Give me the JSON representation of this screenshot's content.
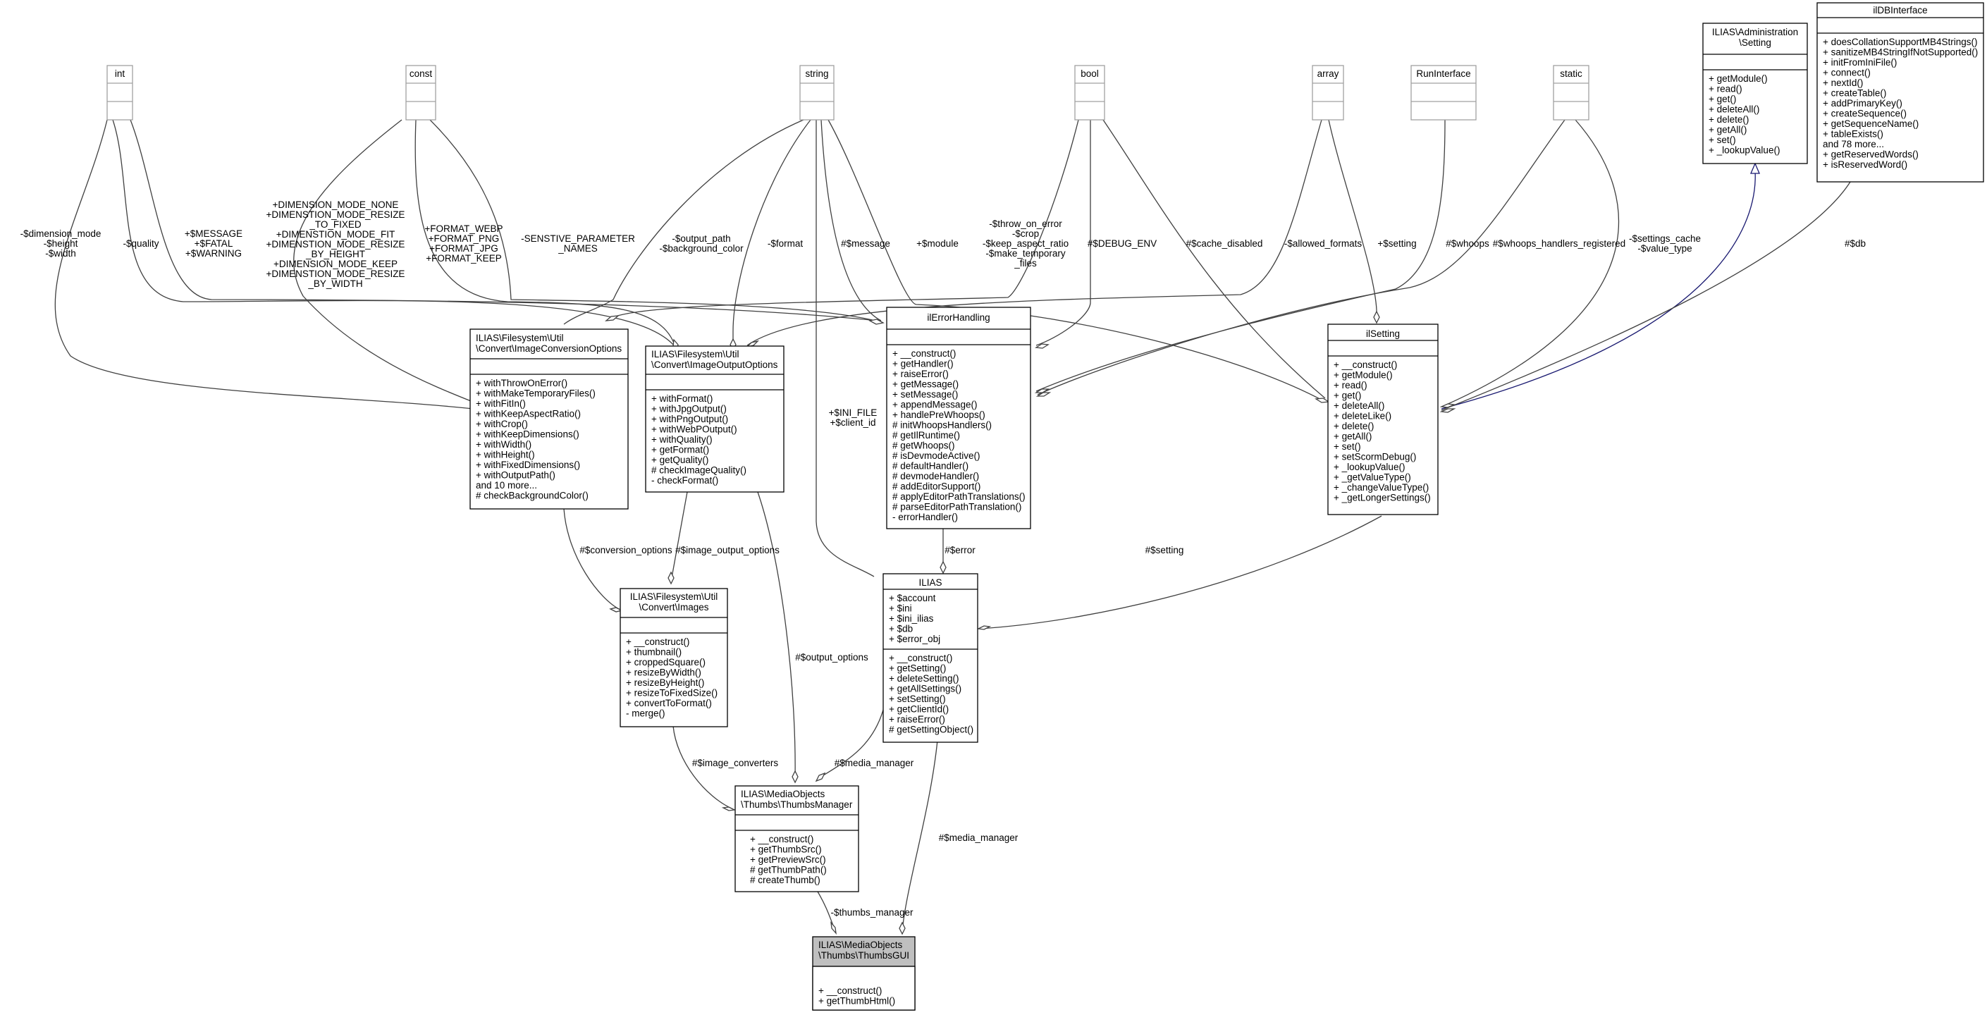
{
  "primitives": {
    "int": "int",
    "const": "const",
    "string": "string",
    "bool": "bool",
    "array": "array",
    "runinterface": "RunInterface",
    "static": "static"
  },
  "classes": {
    "setting_iface": {
      "title": [
        "ILIAS\\Administration",
        "\\Setting"
      ],
      "members": [
        "+ getModule()",
        "+ read()",
        "+ get()",
        "+ deleteAll()",
        "+ delete()",
        "+ getAll()",
        "+ set()",
        "+ _lookupValue()"
      ]
    },
    "ildbinterface": {
      "title": [
        "ilDBInterface"
      ],
      "members": [
        "+ doesCollationSupportMB4Strings()",
        "+ sanitizeMB4StringIfNotSupported()",
        "+ initFromIniFile()",
        "+ connect()",
        "+ nextId()",
        "+ createTable()",
        "+ addPrimaryKey()",
        "+ createSequence()",
        "+ getSequenceName()",
        "+ tableExists()",
        "and 78 more...",
        "+ getReservedWords()",
        "+ isReservedWord()"
      ]
    },
    "conversion_options": {
      "title": [
        "ILIAS\\Filesystem\\Util",
        "\\Convert\\ImageConversionOptions"
      ],
      "members": [
        "+ withThrowOnError()",
        "+ withMakeTemporaryFiles()",
        "+ withFitIn()",
        "+ withKeepAspectRatio()",
        "+ withCrop()",
        "+ withKeepDimensions()",
        "+ withWidth()",
        "+ withHeight()",
        "+ withFixedDimensions()",
        "+ withOutputPath()",
        "and 10 more...",
        "# checkBackgroundColor()"
      ]
    },
    "output_options": {
      "title": [
        "ILIAS\\Filesystem\\Util",
        "\\Convert\\ImageOutputOptions"
      ],
      "members": [
        "+ withFormat()",
        "+ withJpgOutput()",
        "+ withPngOutput()",
        "+ withWebPOutput()",
        "+ withQuality()",
        "+ getFormat()",
        "+ getQuality()",
        "# checkImageQuality()",
        "- checkFormat()"
      ]
    },
    "errorhandling": {
      "title": [
        "ilErrorHandling"
      ],
      "members": [
        "+ __construct()",
        "+ getHandler()",
        "+ raiseError()",
        "+ getMessage()",
        "+ setMessage()",
        "+ appendMessage()",
        "+ handlePreWhoops()",
        "# initWhoopsHandlers()",
        "# getIlRuntime()",
        "# getWhoops()",
        "# isDevmodeActive()",
        "# defaultHandler()",
        "# devmodeHandler()",
        "# addEditorSupport()",
        "# applyEditorPathTranslations()",
        "# parseEditorPathTranslation()",
        "- errorHandler()"
      ]
    },
    "ilsetting": {
      "title": [
        "ilSetting"
      ],
      "members": [
        "+ __construct()",
        "+ getModule()",
        "+ read()",
        "+ get()",
        "+ deleteAll()",
        "+ deleteLike()",
        "+ delete()",
        "+ getAll()",
        "+ set()",
        "+ setScormDebug()",
        "+ _lookupValue()",
        "+ _getValueType()",
        "+ _changeValueType()",
        "+ _getLongerSettings()"
      ]
    },
    "ilias": {
      "title": [
        "ILIAS"
      ],
      "attributes": [
        "+ $account",
        "+ $ini",
        "+ $ini_ilias",
        "+ $db",
        "+ $error_obj"
      ],
      "members": [
        "+ __construct()",
        "+ getSetting()",
        "+ deleteSetting()",
        "+ getAllSettings()",
        "+ setSetting()",
        "+ getClientId()",
        "+ raiseError()",
        "# getSettingObject()"
      ]
    },
    "images": {
      "title": [
        "ILIAS\\Filesystem\\Util",
        "\\Convert\\Images"
      ],
      "members": [
        "+ __construct()",
        "+ thumbnail()",
        "+ croppedSquare()",
        "+ resizeByWidth()",
        "+ resizeByHeight()",
        "+ resizeToFixedSize()",
        "+ convertToFormat()",
        "- merge()"
      ]
    },
    "thumbsmanager": {
      "title": [
        "ILIAS\\MediaObjects",
        "\\Thumbs\\ThumbsManager"
      ],
      "members": [
        "+ __construct()",
        "+ getThumbSrc()",
        "+ getPreviewSrc()",
        "# getThumbPath()",
        "# createThumb()"
      ]
    },
    "thumbsgui": {
      "title": [
        "ILIAS\\MediaObjects",
        "\\Thumbs\\ThumbsGUI"
      ],
      "members": [
        "+ __construct()",
        "+ getThumbHtml()"
      ]
    }
  },
  "edge_labels": {
    "dimension": [
      "-$dimension_mode",
      "-$height",
      "-$width"
    ],
    "quality": [
      "-$quality"
    ],
    "message_fatal": [
      "+$MESSAGE",
      "+$FATAL",
      "+$WARNING"
    ],
    "dimension_modes": [
      "+DIMENSION_MODE_NONE",
      "+DIMENSTION_MODE_RESIZE",
      "_TO_FIXED",
      "+DIMENSTION_MODE_FIT",
      "+DIMENSTION_MODE_RESIZE",
      "_BY_HEIGHT",
      "+DIMENSION_MODE_KEEP",
      "+DIMENSTION_MODE_RESIZE",
      "_BY_WIDTH"
    ],
    "formats": [
      "+FORMAT_WEBP",
      "+FORMAT_PNG",
      "+FORMAT_JPG",
      "+FORMAT_KEEP"
    ],
    "sensitive": [
      "-SENSTIVE_PARAMETER",
      "_NAMES"
    ],
    "output_path": [
      "-$output_path",
      "-$background_color"
    ],
    "format": [
      "-$format"
    ],
    "message": [
      "#$message"
    ],
    "module": [
      "+$module"
    ],
    "throw_on_error": [
      "-$throw_on_error",
      "-$crop",
      "-$keep_aspect_ratio",
      "-$make_temporary",
      "_files"
    ],
    "debug_env": [
      "#$DEBUG_ENV"
    ],
    "cache_disabled": [
      "#$cache_disabled"
    ],
    "allowed_formats": [
      "-$allowed_formats"
    ],
    "setting_array": [
      "+$setting"
    ],
    "whoops": [
      "#$whoops"
    ],
    "whoops_registered": [
      "#$whoops_handlers_registered"
    ],
    "settings_cache": [
      "-$settings_cache",
      "-$value_type"
    ],
    "db": [
      "#$db"
    ],
    "ini_file": [
      "+$INI_FILE",
      "+$client_id"
    ],
    "conversion_options": [
      "#$conversion_options"
    ],
    "image_output_options": [
      "#$image_output_options"
    ],
    "error": [
      "#$error"
    ],
    "setting_ilias": [
      "#$setting"
    ],
    "output_options": [
      "#$output_options"
    ],
    "image_converters": [
      "#$image_converters"
    ],
    "media_manager_a": [
      "#$media_manager"
    ],
    "media_manager_b": [
      "#$media_manager"
    ],
    "thumbs_manager": [
      "-$thumbs_manager"
    ]
  }
}
